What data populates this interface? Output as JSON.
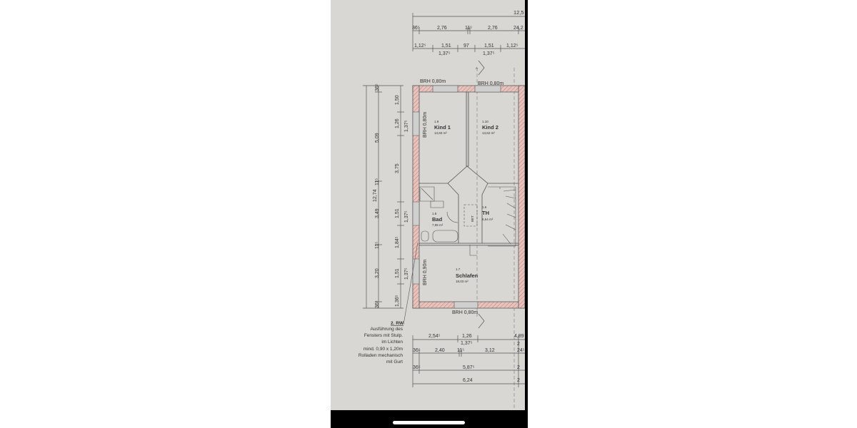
{
  "colors": {
    "paper": "#d9d7d3",
    "wall_hatch": "#e3b8b2",
    "line": "#444444",
    "frame": "#000000"
  },
  "top_dims": {
    "overall": "12,5",
    "row1": [
      "36⁵",
      "2,76",
      "11⁵",
      "2,76",
      "24,2"
    ],
    "row2": [
      "1,12⁵",
      "1,51",
      "97",
      "1,51",
      "1,12⁵"
    ],
    "row2_sub": [
      "1,37⁵",
      "1,37⁵"
    ]
  },
  "left_dims": {
    "overall": "12,74",
    "middle": [
      "36⁵",
      "5,09",
      "11⁵",
      "3,49",
      "11⁵",
      "3,20",
      "36⁵"
    ],
    "inner": [
      "1,50",
      "1,26",
      "1,37⁵",
      "3,75",
      "1,51",
      "1,37⁵",
      "1,84⁵",
      "1,51",
      "1,37⁵",
      "1,36⁵"
    ]
  },
  "window_labels": {
    "top_left": "BRH 0,80m",
    "top_right": "BRH 0,80m",
    "left_upper": "BRH 0,80m",
    "left_lower": "BRH 0,90m",
    "bottom": "BRH 0,80m"
  },
  "rooms": [
    {
      "number": "1.9",
      "name": "Kind 1",
      "area": "13,60 m²"
    },
    {
      "number": "1.10",
      "name": "Kind 2",
      "area": "13,62 m²"
    },
    {
      "number": "1.8",
      "name": "Bad",
      "area": "7,95 m²"
    },
    {
      "number": "1.6",
      "name": "TH",
      "area": "6,64 m²"
    },
    {
      "number": "1.7",
      "name": "Schlafen",
      "area": "18,03 m²"
    }
  ],
  "bet_label": "BET",
  "section_marker": "A",
  "note": {
    "title": "2. RW",
    "lines": [
      "Ausführung des",
      "Fensters mit Stulp.",
      "im Lichten",
      "mind. 0,90 x 1,20m",
      "Rolladen mechanisch",
      "mit Gurt"
    ]
  },
  "bottom_dims": {
    "row1": [
      "2,54⁵",
      "1,26",
      "4,89"
    ],
    "row1_sub": [
      "1,37⁵",
      "2"
    ],
    "row2": [
      "36⁵",
      "2,40",
      "11⁵",
      "3,12",
      "24⁵"
    ],
    "row3": [
      "36⁵",
      "5,87⁵",
      "2"
    ],
    "row4": [
      "6,24",
      "2"
    ]
  }
}
